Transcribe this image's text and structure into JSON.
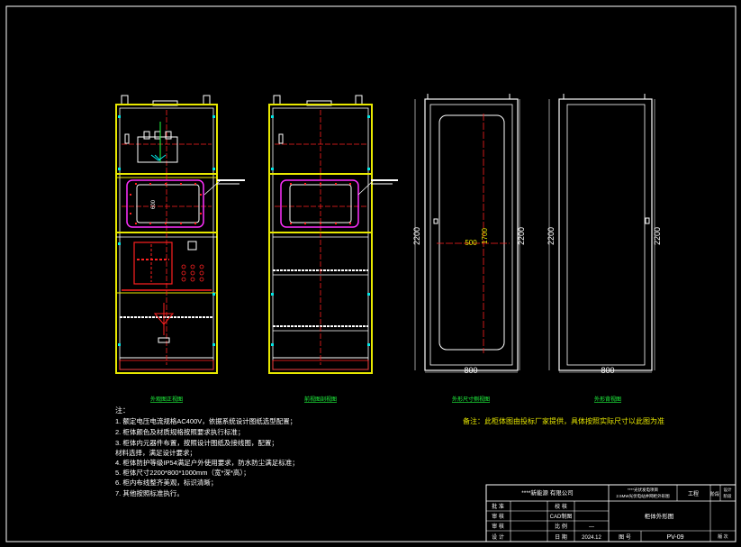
{
  "views": {
    "front_cutaway_title": "外观图正视图",
    "front_door_title": "前视图剖视图",
    "side_title": "外形尺寸侧视图",
    "back_title": "外形背视图"
  },
  "dims": {
    "height_a": "2200",
    "height_b": "2200",
    "height_c": "2200",
    "height_d": "2200",
    "width_a": "800",
    "width_b": "800",
    "window_w": "500",
    "window_h": "1700",
    "inner_small": "600"
  },
  "note_right": "备注：此柜体图由投标厂家提供，具体按照实际尺寸以此图为准",
  "notes": {
    "heading": "注：",
    "lines": [
      "1. 额定电压电流规格AC400V，依据系统设计图纸选型配置；",
      "2. 柜体颜色及材质规格按照要求执行标准；",
      "3. 柜体内元器件布置，按照设计图纸及接线图，配置；",
      "   材料选择，满足设计要求；",
      "4. 柜体防护等级IP54满足户外使用要求，防水防尘满足标准；",
      "5. 柜体尺寸2200*800*1000mm（宽*深*高）；",
      "6. 柜内布线整齐美观，标识清晰；",
      "7. 其他按照标准执行。"
    ]
  },
  "title_block": {
    "company": "****新能源 有限公司",
    "project_line1": "****光伏发电项目",
    "project_line2": "2.5MW光伏电站并网柜外形图",
    "stage_label": "工程",
    "stage_value": "阶段",
    "sheet_label_a": "设计",
    "sheet_label_b": "阶段",
    "rows": [
      {
        "label": "批 准",
        "mid_label": "校 核",
        "mid_value": ""
      },
      {
        "label": "审 核",
        "mid_label": "CAD制图",
        "mid_value": ""
      },
      {
        "label": "审 核",
        "mid_label": "比 例",
        "mid_value": "—"
      },
      {
        "label": "设 计",
        "mid_label": "日 期",
        "mid_value": "2024.12"
      }
    ],
    "drawing_name": "柜体外形图",
    "drawing_no_label": "图 号",
    "drawing_no": "PV-09",
    "rev_label": "版 次"
  },
  "colors": {
    "frame": "#e8e800",
    "frame_white": "#ffffff",
    "red": "#ff2020",
    "magenta": "#ff30ff",
    "cyan": "#00e8e8",
    "green": "#20ff40",
    "background": "#000000"
  }
}
